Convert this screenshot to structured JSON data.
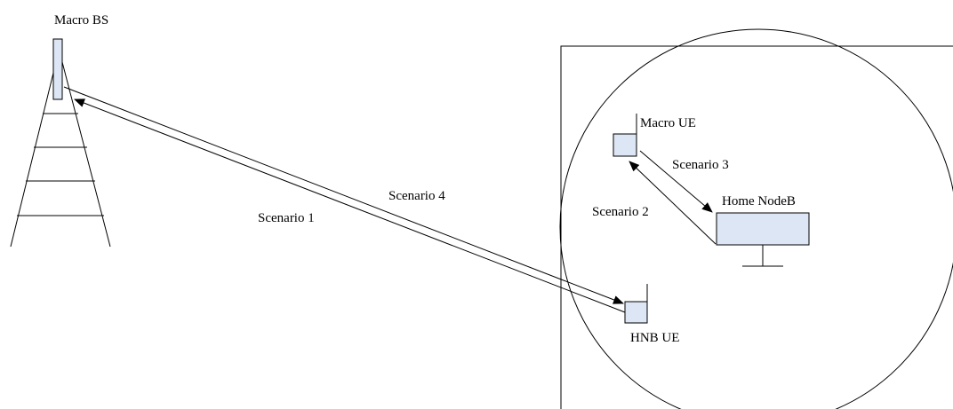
{
  "labels": {
    "macro_bs": "Macro BS",
    "macro_ue": "Macro UE",
    "home_nodeb": "Home NodeB",
    "hnb_ue": "HNB UE",
    "scenario_1": "Scenario 1",
    "scenario_2": "Scenario 2",
    "scenario_3": "Scenario 3",
    "scenario_4": "Scenario 4"
  },
  "colors": {
    "line": "#000000",
    "device_fill": "#dde6f4",
    "background": "#ffffff"
  },
  "icons": [
    "cell-tower-icon",
    "mobile-phone-icon",
    "home-base-station-icon"
  ]
}
